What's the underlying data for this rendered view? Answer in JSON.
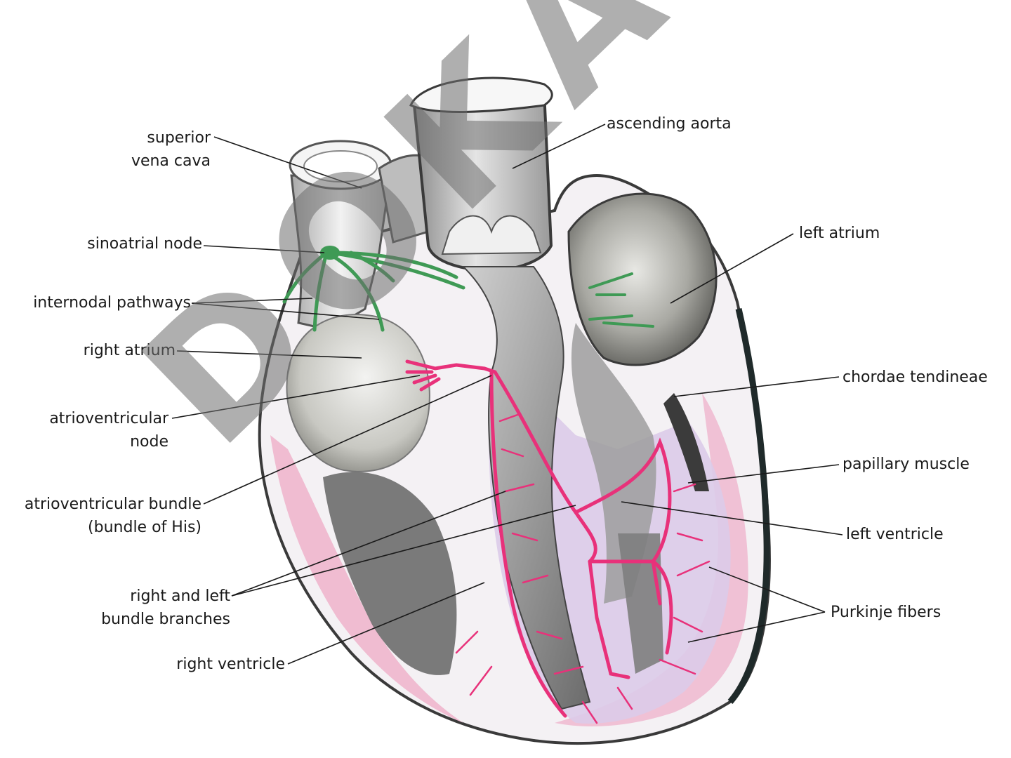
{
  "labels": {
    "superior_vena_cava": [
      "superior",
      "vena cava"
    ],
    "sinoatrial_node": "sinoatrial node",
    "internodal_pathways": "internodal pathways",
    "right_atrium": "right atrium",
    "atrioventricular_node": [
      "atrioventricular",
      "node"
    ],
    "atrioventricular_bundle": [
      "atrioventricular bundle",
      "(bundle of His)"
    ],
    "bundle_branches": [
      "right and left",
      "bundle branches"
    ],
    "right_ventricle": "right ventricle",
    "ascending_aorta": "ascending aorta",
    "left_atrium": "left atrium",
    "chordae_tendineae": "chordae tendineae",
    "papillary_muscle": "papillary muscle",
    "left_ventricle": "left ventricle",
    "purkinje_fibers": "Purkinje fibers"
  },
  "watermark": "DOKA.UZ",
  "colors": {
    "conduction_atrial": "#3f9a55",
    "conduction_ventricular": "#e8317a",
    "myocardium_pink": "#e9a6c2",
    "chamber_lavender": "#d6c4ea",
    "tissue_gray": "#7a7a7a"
  }
}
